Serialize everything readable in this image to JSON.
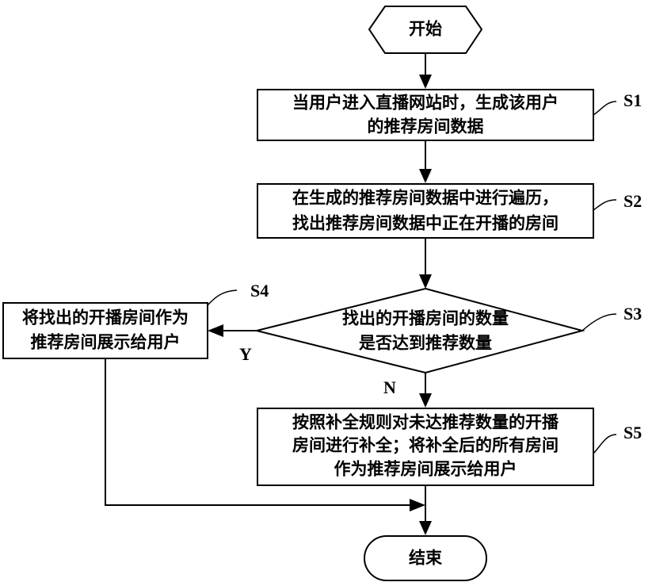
{
  "flow": {
    "start": "开始",
    "end": "结束",
    "s1": {
      "tag": "S1",
      "lines": [
        "当用户进入直播网站时，生成该用户",
        "的推荐房间数据"
      ]
    },
    "s2": {
      "tag": "S2",
      "lines": [
        "在生成的推荐房间数据中进行遍历，",
        "找出推荐房间数据中正在开播的房间"
      ]
    },
    "s3": {
      "tag": "S3",
      "lines": [
        "找出的开播房间的数量",
        "是否达到推荐数量"
      ]
    },
    "s4": {
      "tag": "S4",
      "lines": [
        "将找出的开播房间作为",
        "推荐房间展示给用户"
      ]
    },
    "s5": {
      "tag": "S5",
      "lines": [
        "按照补全规则对未达推荐数量的开播",
        "房间进行补全；将补全后的所有房间",
        "作为推荐房间展示给用户"
      ]
    },
    "yes_label": "Y",
    "no_label": "N"
  }
}
